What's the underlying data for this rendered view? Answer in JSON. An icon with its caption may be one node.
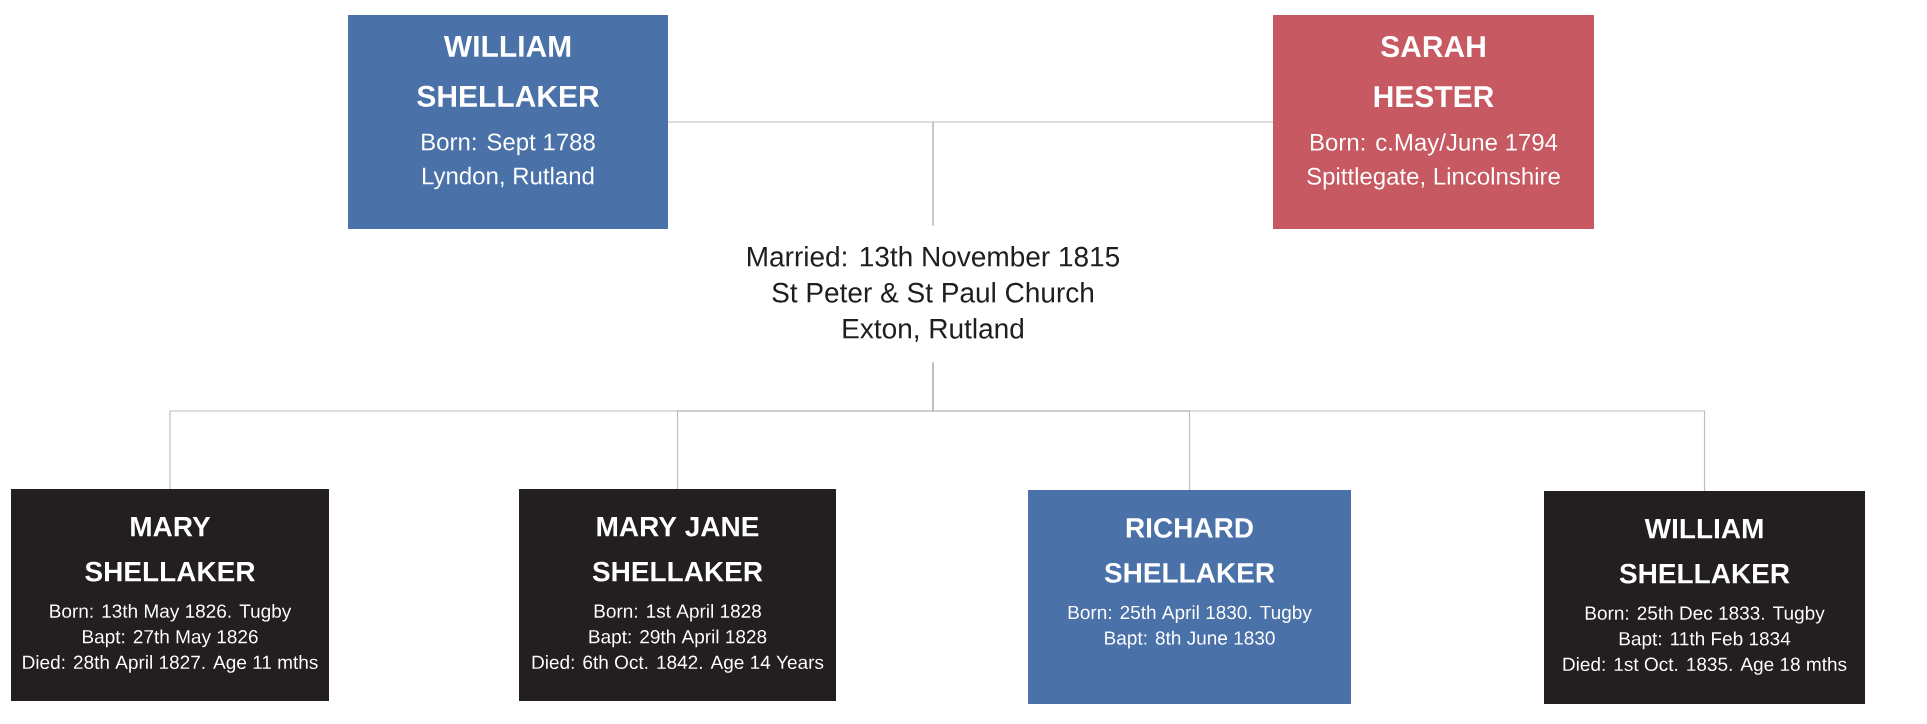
{
  "diagram": {
    "nodes": [
      {
        "text": [
          "WILLIAM SHELLAKER",
          "Born: Sept 1788",
          "Lyndon, Rutland"
        ]
      },
      {
        "text": [
          "SARAH HESTER",
          "Born: c.May/June 1794",
          "Spittlegate, Lincolnshire"
        ]
      },
      {
        "text": [
          "Married: 13th November 1815",
          "St Peter & St Paul Church",
          "Exton, Rutland"
        ]
      },
      {
        "text": [
          "MARY SHELLAKER",
          "Born: 13th May 1826. Tugby",
          "Bapt: 27th May 1826",
          "Died: 28th April 1827. Age 11 mths"
        ]
      },
      {
        "text": [
          "MARY JANE SHELLAKER",
          "Born: 1st April 1828",
          "Bapt: 29th April 1828",
          "Died: 6th Oct. 1842. Age 14 Years"
        ]
      },
      {
        "text": [
          "RICHARD SHELLAKER",
          "Born: 25th April 1830. Tugby",
          "Bapt: 8th June 1830"
        ]
      },
      {
        "text": [
          "WILLIAM SHELLAKER",
          "Born: 25th Dec 1833. Tugby",
          "Bapt: 11th Feb 1834",
          "Died: 1st Oct. 1835. Age 18 mths"
        ]
      }
    ],
    "edges": [
      {
        "from": 0,
        "to": 2,
        "arrow": "none"
      },
      {
        "from": 1,
        "to": 2,
        "arrow": "none"
      },
      {
        "from": 2,
        "to": 3,
        "arrow": "none"
      },
      {
        "from": 2,
        "to": 4,
        "arrow": "none"
      },
      {
        "from": 2,
        "to": 5,
        "arrow": "none"
      },
      {
        "from": 2,
        "to": 6,
        "arrow": "none"
      }
    ]
  }
}
